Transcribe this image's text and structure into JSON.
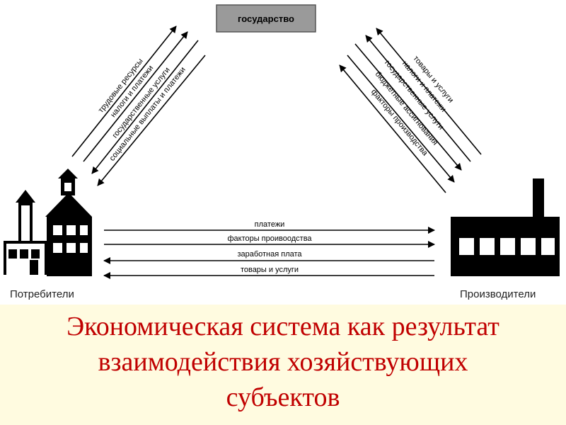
{
  "nodes": {
    "government": "государство",
    "consumers": "Потребители",
    "producers": "Производители"
  },
  "flows": {
    "consumers_government": [
      "трудовые ресурсы",
      "налоги и платежи",
      "государственные услуги",
      "социальные выплаты и платежи"
    ],
    "producers_government": [
      "товары и услуги",
      "налоги и платежи",
      "государственные услуги",
      "бюджетные ассигнования",
      "факторы производства"
    ],
    "consumers_producers": [
      "платежи",
      "факторы проивоодства",
      "заработная плата",
      "товары и услуги"
    ]
  },
  "title": {
    "line1": "Экономическая система как результат",
    "line2": "взаимодействия хозяйствующих",
    "line3": "субъектов"
  },
  "colors": {
    "title": "#c00000",
    "title_background": "#fffbe0",
    "government_box": "#9a9a9a"
  }
}
